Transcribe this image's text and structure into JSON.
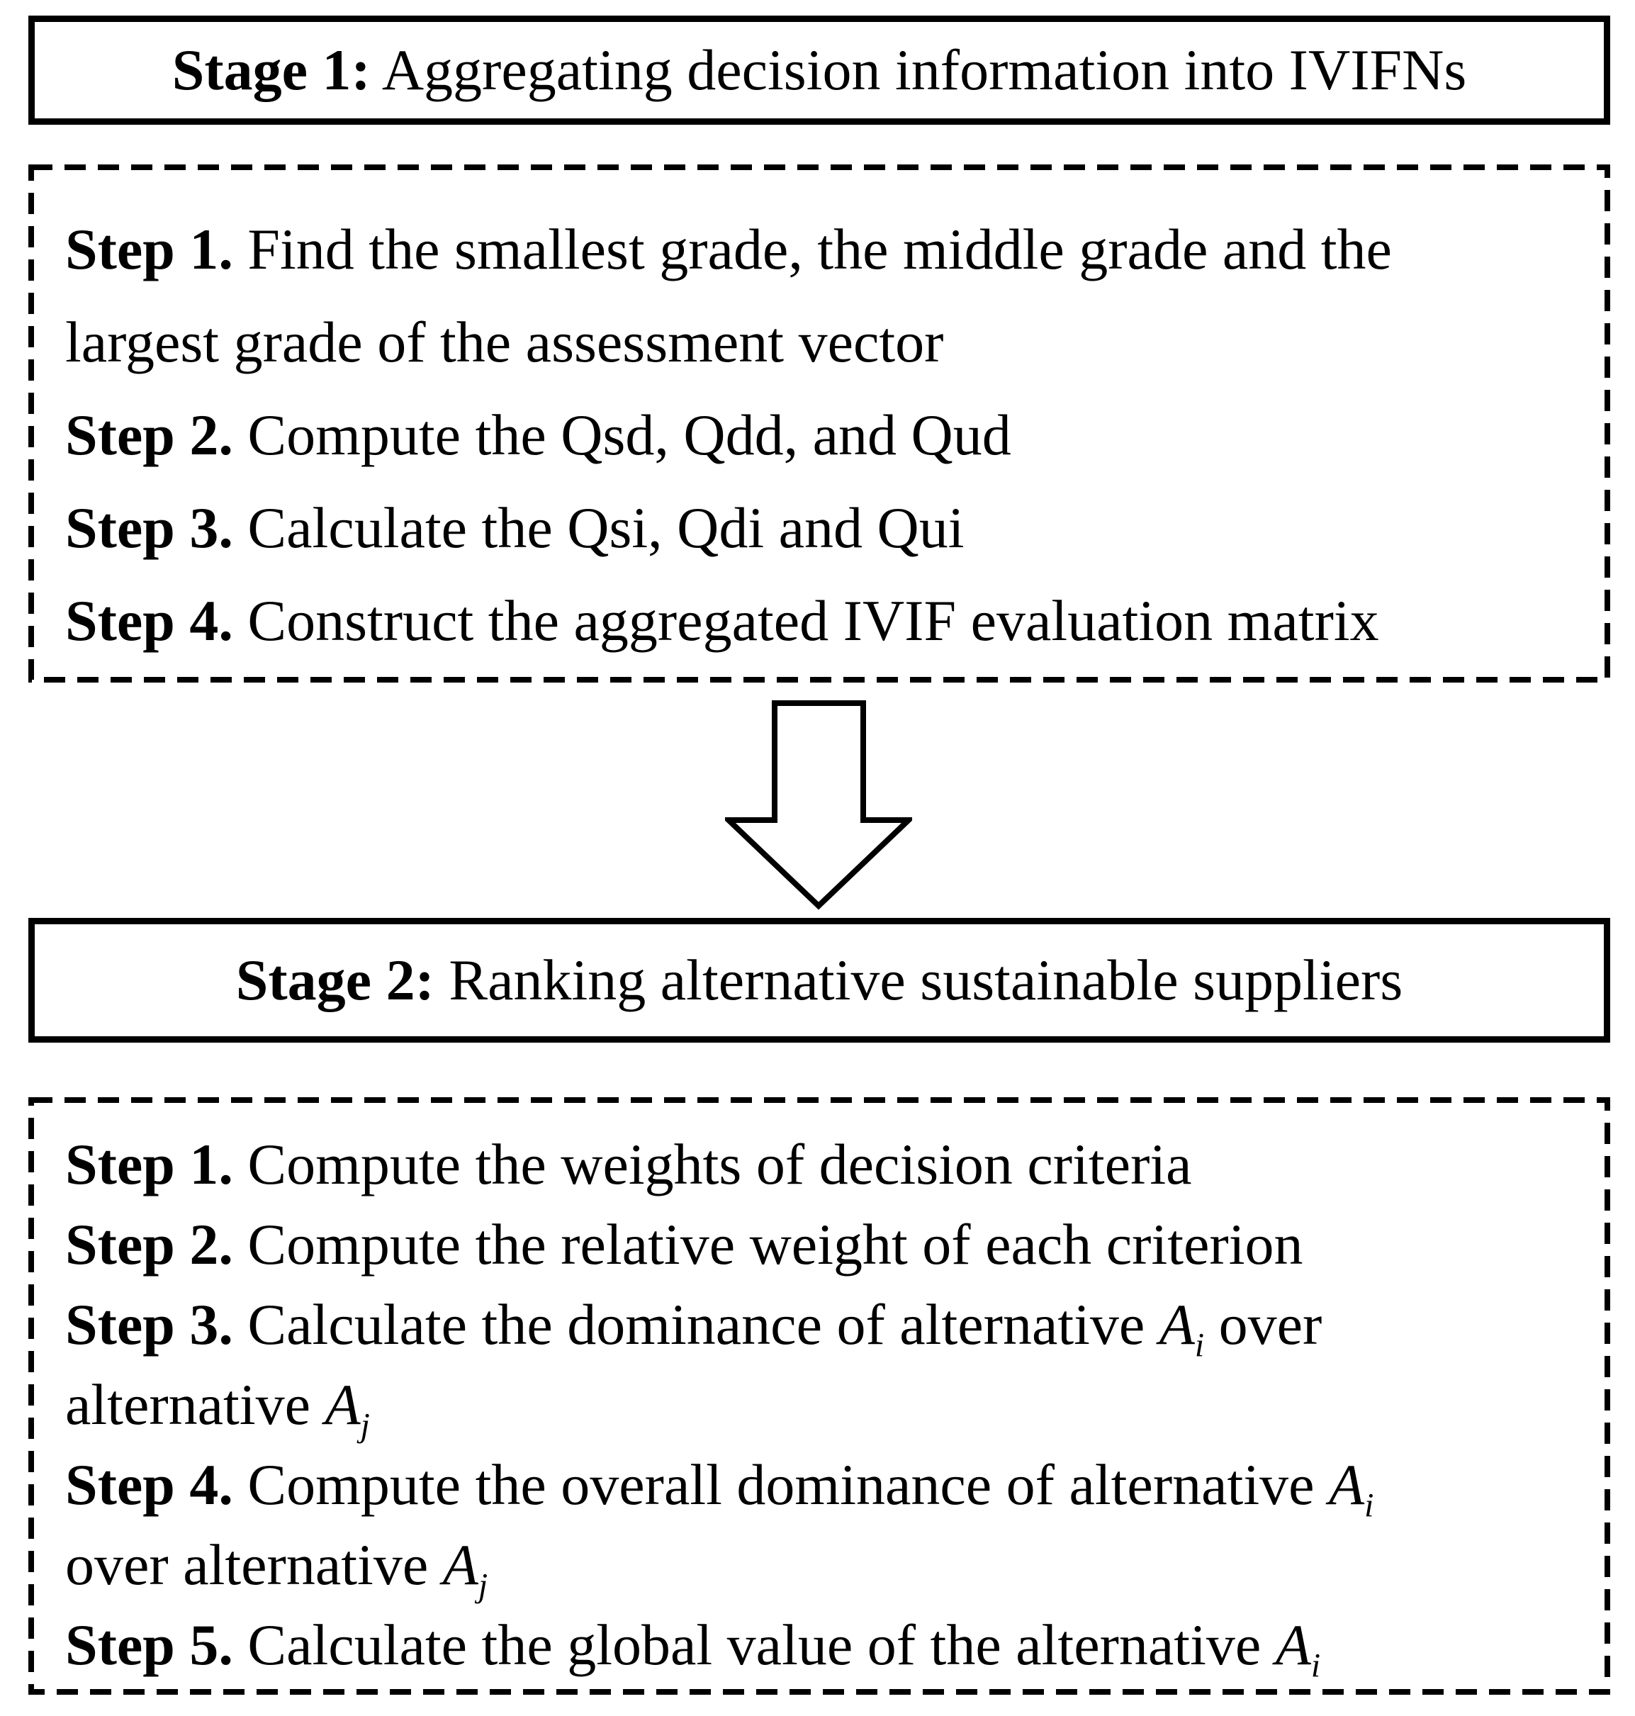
{
  "colors": {
    "text": "#000000",
    "border": "#000000",
    "background": "#ffffff"
  },
  "icons": {
    "flow_arrow": "down-block-arrow"
  },
  "stage1": {
    "title_bold": "Stage 1:",
    "title_text": " Aggregating decision information into IVIFNs",
    "steps": [
      {
        "segments": [
          [
            "b",
            "Step 1."
          ],
          [
            "t",
            " Find the smallest grade, the middle grade and the"
          ],
          [
            "br",
            ""
          ],
          [
            "t",
            "largest grade of the assessment vector"
          ]
        ]
      },
      {
        "segments": [
          [
            "b",
            "Step 2."
          ],
          [
            "t",
            " Compute the Qsd, Qdd, and Qud"
          ]
        ]
      },
      {
        "segments": [
          [
            "b",
            "Step 3."
          ],
          [
            "t",
            " Calculate the Qsi, Qdi and Qui"
          ]
        ]
      },
      {
        "segments": [
          [
            "b",
            "Step 4."
          ],
          [
            "t",
            " Construct the aggregated IVIF evaluation matrix"
          ]
        ]
      }
    ]
  },
  "stage2": {
    "title_bold": "Stage 2:",
    "title_text": " Ranking alternative sustainable suppliers",
    "steps": [
      {
        "segments": [
          [
            "b",
            "Step 1."
          ],
          [
            "t",
            " Compute the weights of decision criteria"
          ]
        ]
      },
      {
        "segments": [
          [
            "b",
            "Step 2."
          ],
          [
            "t",
            " Compute the relative weight of each criterion"
          ]
        ]
      },
      {
        "segments": [
          [
            "b",
            "Step 3."
          ],
          [
            "t",
            " Calculate the dominance of alternative "
          ],
          [
            "v",
            "A"
          ],
          [
            "s",
            "i"
          ],
          [
            "t",
            " over"
          ],
          [
            "br",
            ""
          ],
          [
            "t",
            "alternative "
          ],
          [
            "v",
            "A"
          ],
          [
            "s",
            "j"
          ]
        ]
      },
      {
        "segments": [
          [
            "b",
            "Step 4."
          ],
          [
            "t",
            " Compute the overall dominance of alternative "
          ],
          [
            "v",
            "A"
          ],
          [
            "s",
            "i"
          ],
          [
            "br",
            ""
          ],
          [
            "t",
            "over alternative "
          ],
          [
            "v",
            "A"
          ],
          [
            "s",
            "j"
          ]
        ]
      },
      {
        "segments": [
          [
            "b",
            "Step 5."
          ],
          [
            "t",
            " Calculate the global value of the alternative "
          ],
          [
            "v",
            "A"
          ],
          [
            "s",
            "i"
          ]
        ]
      }
    ]
  }
}
